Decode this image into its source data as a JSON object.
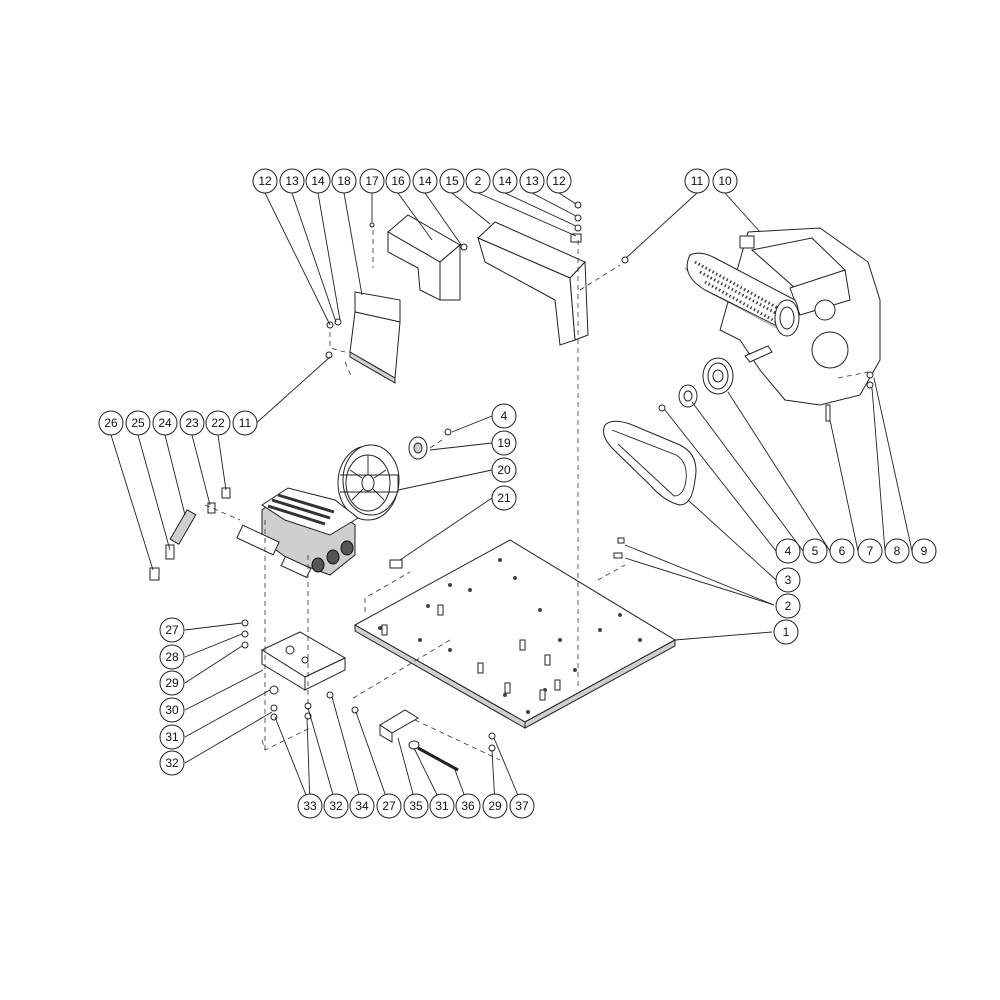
{
  "callouts": [
    "12",
    "13",
    "14",
    "18",
    "17",
    "16",
    "14",
    "15",
    "2",
    "14",
    "13",
    "12",
    "11",
    "10",
    "26",
    "25",
    "24",
    "23",
    "22",
    "11",
    "4",
    "19",
    "20",
    "21",
    "4",
    "5",
    "6",
    "7",
    "8",
    "9",
    "3",
    "2",
    "1",
    "27",
    "28",
    "29",
    "30",
    "31",
    "32",
    "33",
    "32",
    "34",
    "27",
    "35",
    "31",
    "36",
    "29",
    "37"
  ]
}
